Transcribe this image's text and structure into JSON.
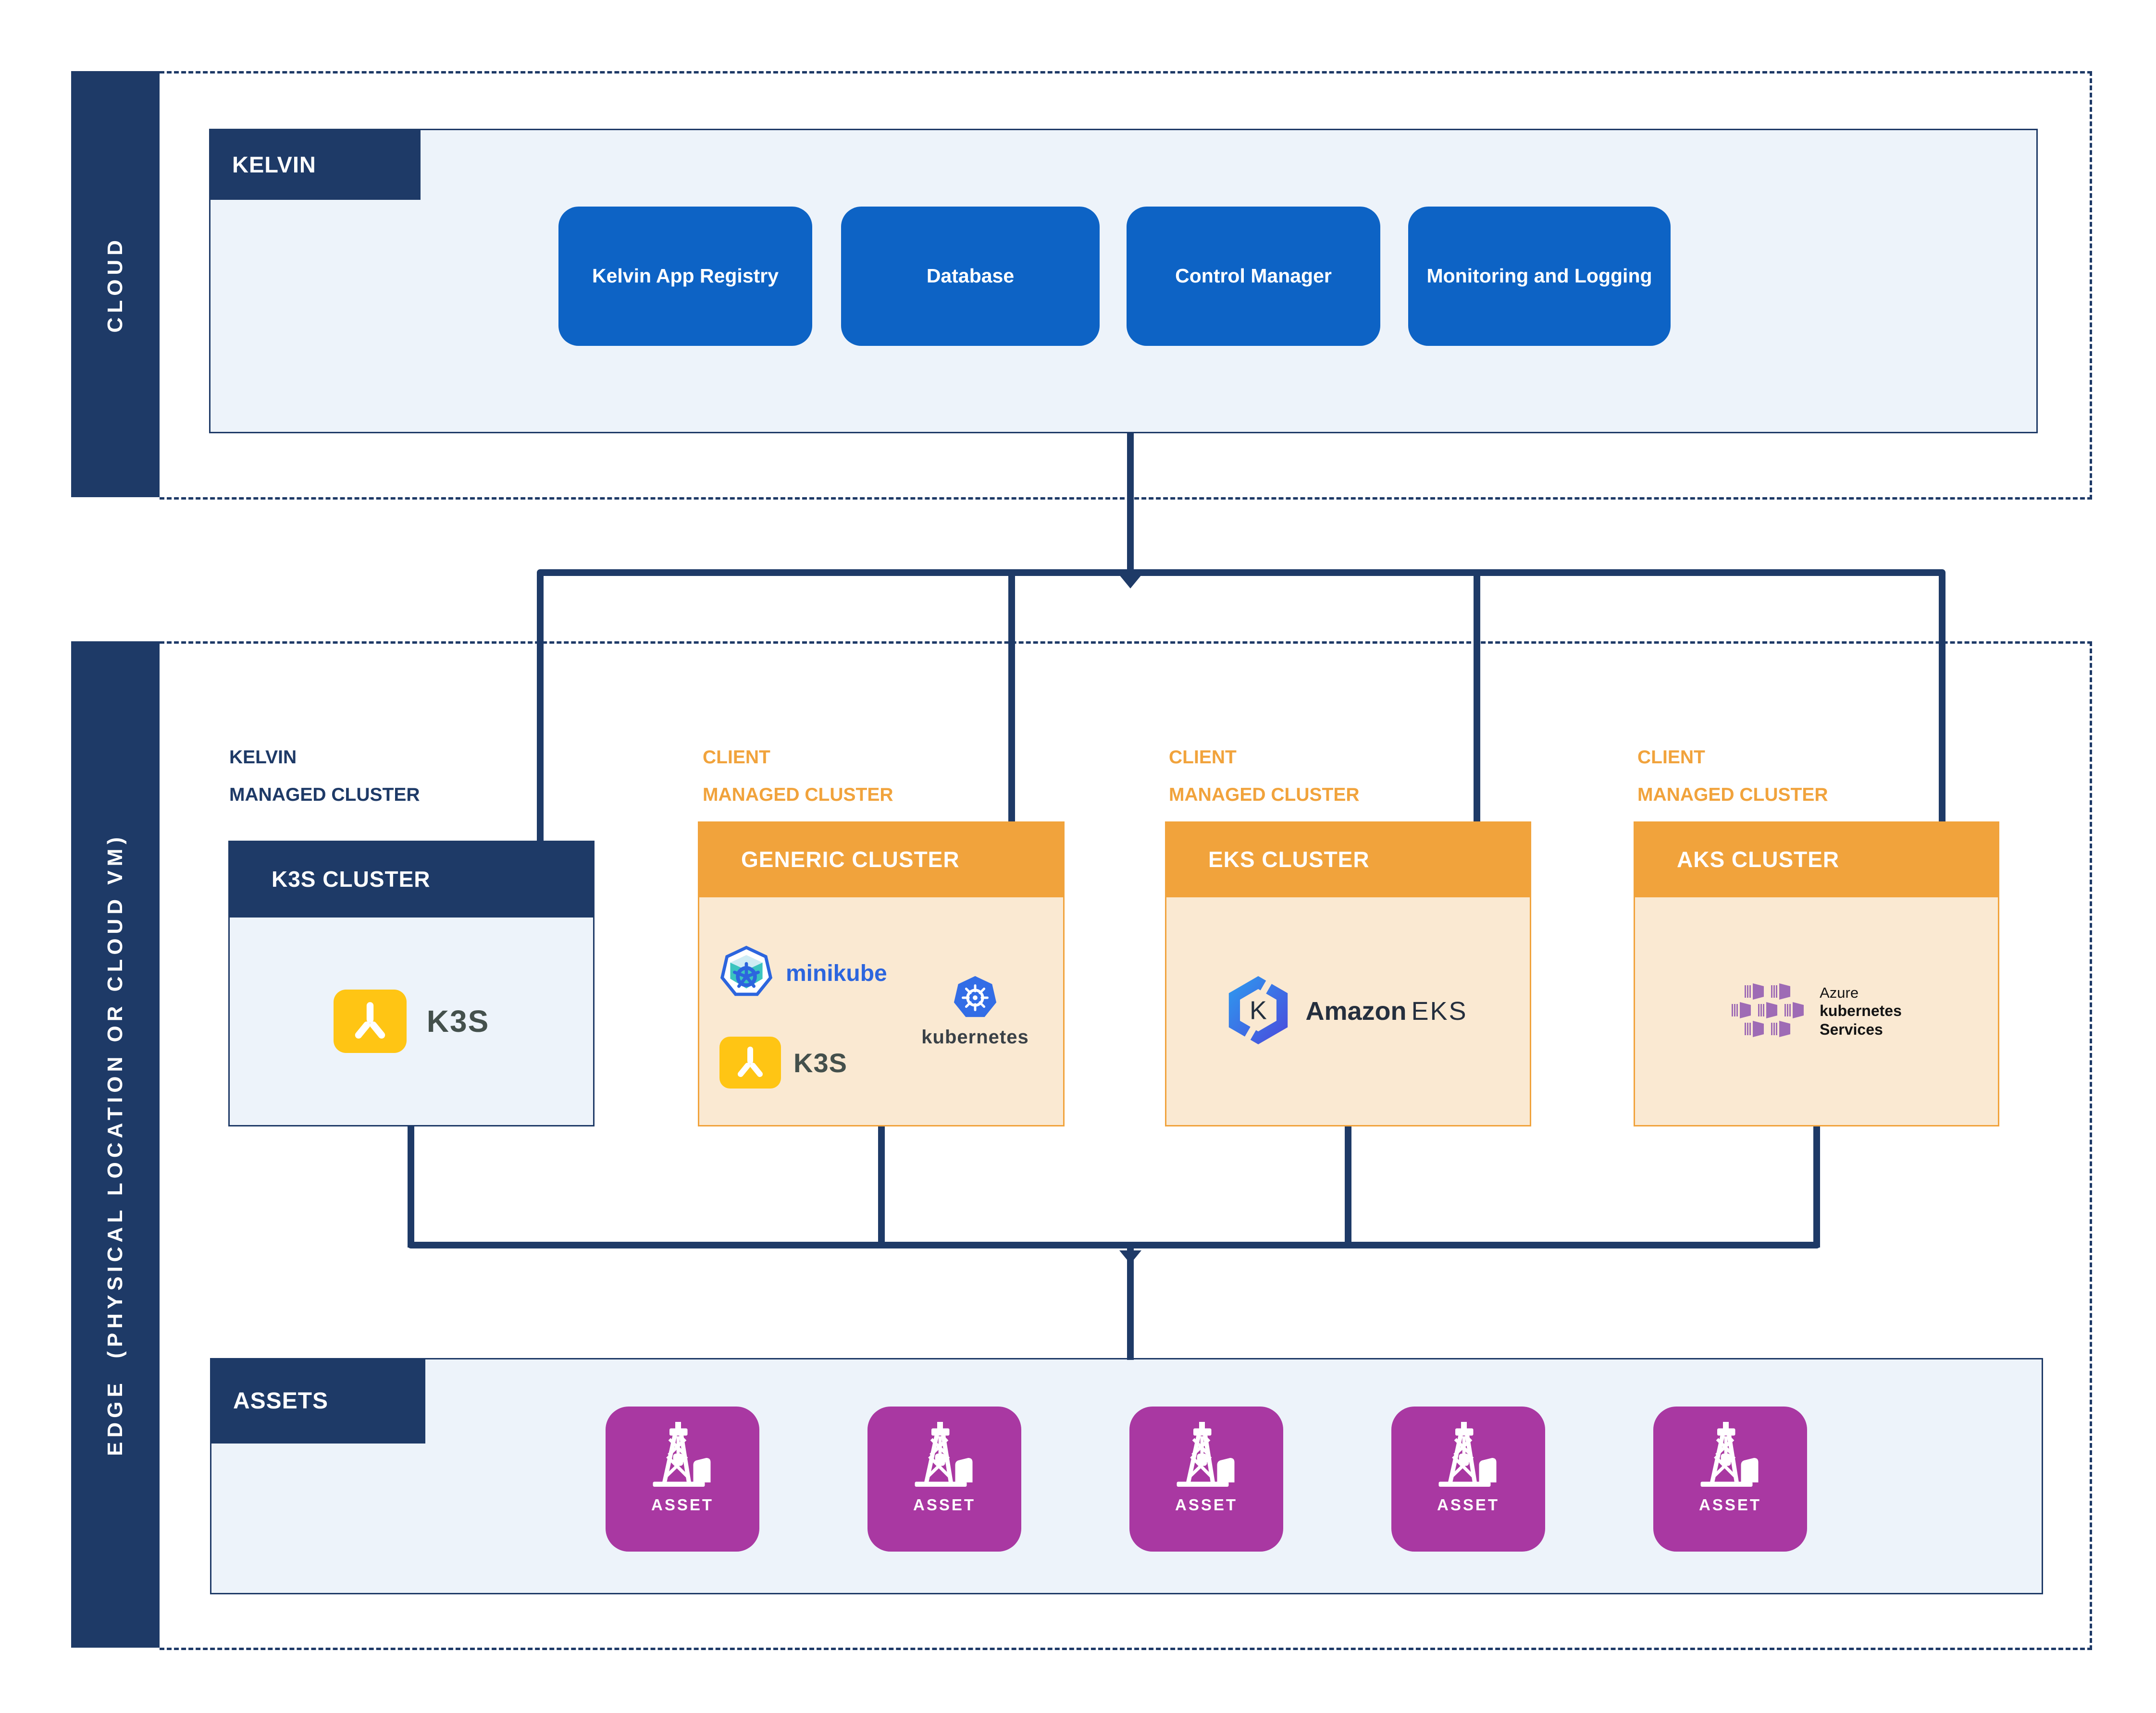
{
  "colors": {
    "navy": "#1E3A67",
    "panel_bg": "#EDF3FA",
    "button_blue": "#0D63C5",
    "orange": "#F1A33C",
    "orange_body": "#FAE9D2",
    "magenta": "#A938A2",
    "k3s_yellow": "#FFC514",
    "k3s_text": "#44504C",
    "minikube_blue": "#2C65DE",
    "kubernetes_blue": "#326DE6",
    "kubernetes_text": "#3A4147",
    "eks_text": "#252F3E",
    "aks_purple": "#9E6BB5"
  },
  "cloud": {
    "label": "CLOUD",
    "kelvin": {
      "title": "KELVIN",
      "buttons": [
        "Kelvin App Registry",
        "Database",
        "Control Manager",
        "Monitoring and Logging"
      ]
    }
  },
  "edge": {
    "label": "EDGE  (PHYSICAL LOCATION OR CLOUD VM)",
    "clusters": [
      {
        "group_line1": "KELVIN",
        "group_line2": "MANAGED CLUSTER",
        "title": "K3S CLUSTER",
        "logo_k3s_text": "K3S"
      },
      {
        "group_line1": "CLIENT",
        "group_line2": "MANAGED CLUSTER",
        "title": "GENERIC CLUSTER",
        "logo_minikube_text": "minikube",
        "logo_kubernetes_text": "kubernetes",
        "logo_k3s_text": "K3S"
      },
      {
        "group_line1": "CLIENT",
        "group_line2": "MANAGED CLUSTER",
        "title": "EKS CLUSTER",
        "logo_eks_letter": "K",
        "logo_amazon_text": "Amazon",
        "logo_eks_text": "EKS"
      },
      {
        "group_line1": "CLIENT",
        "group_line2": "MANAGED CLUSTER",
        "title": "AKS CLUSTER",
        "logo_azure_line1": "Azure",
        "logo_azure_line2": "kubernetes",
        "logo_azure_line3": "Services"
      }
    ],
    "assets": {
      "title": "ASSETS",
      "items": [
        "ASSET",
        "ASSET",
        "ASSET",
        "ASSET",
        "ASSET"
      ]
    }
  }
}
